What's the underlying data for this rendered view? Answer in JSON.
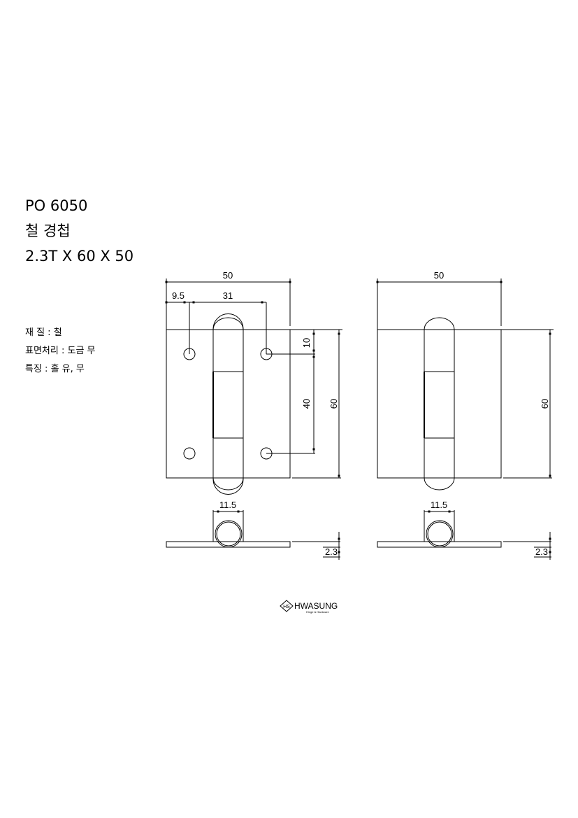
{
  "header": {
    "model": "PO 6050",
    "name": "철 경첩",
    "size": "2.3T X 60 X 50"
  },
  "specs": [
    "재 질 : 철",
    "표면처리 : 도금 무",
    "특징 : 홀 유, 무"
  ],
  "dimensions": {
    "width": "50",
    "hole_edge": "9.5",
    "hole_spacing_h": "31",
    "hole_top": "10",
    "hole_spacing_v": "40",
    "height": "60",
    "knuckle": "11.5",
    "thickness": "2.3",
    "width_right": "50",
    "height_right": "60",
    "knuckle_right": "11.5",
    "thickness_right": "2.3"
  },
  "logo": {
    "mark": "HS",
    "brand": "HWASUNG",
    "tagline": "Hinge & Hardware"
  }
}
